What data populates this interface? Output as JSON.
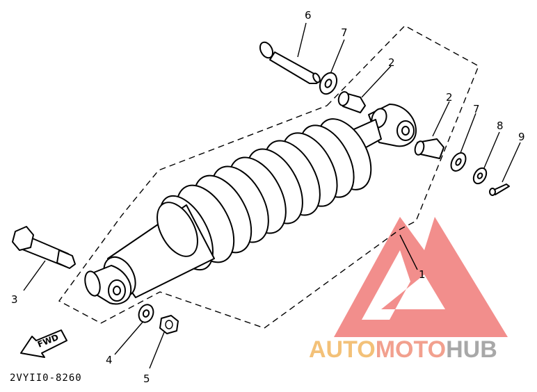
{
  "diagram": {
    "part_code": "2VYII0-8260",
    "fwd_label": "FWD",
    "callouts": {
      "c1": "1",
      "c2a": "2",
      "c2b": "2",
      "c3": "3",
      "c4": "4",
      "c5": "5",
      "c6": "6",
      "c7a": "7",
      "c7b": "7",
      "c8": "8",
      "c9": "9"
    }
  },
  "watermark": {
    "part1": "AUTO",
    "part2": "MOTO",
    "part3": "HUB",
    "colors": {
      "auto": "#f3c178",
      "moto": "#f2a08e",
      "hub": "#a8a8a8",
      "logo": "#f07a78"
    }
  }
}
